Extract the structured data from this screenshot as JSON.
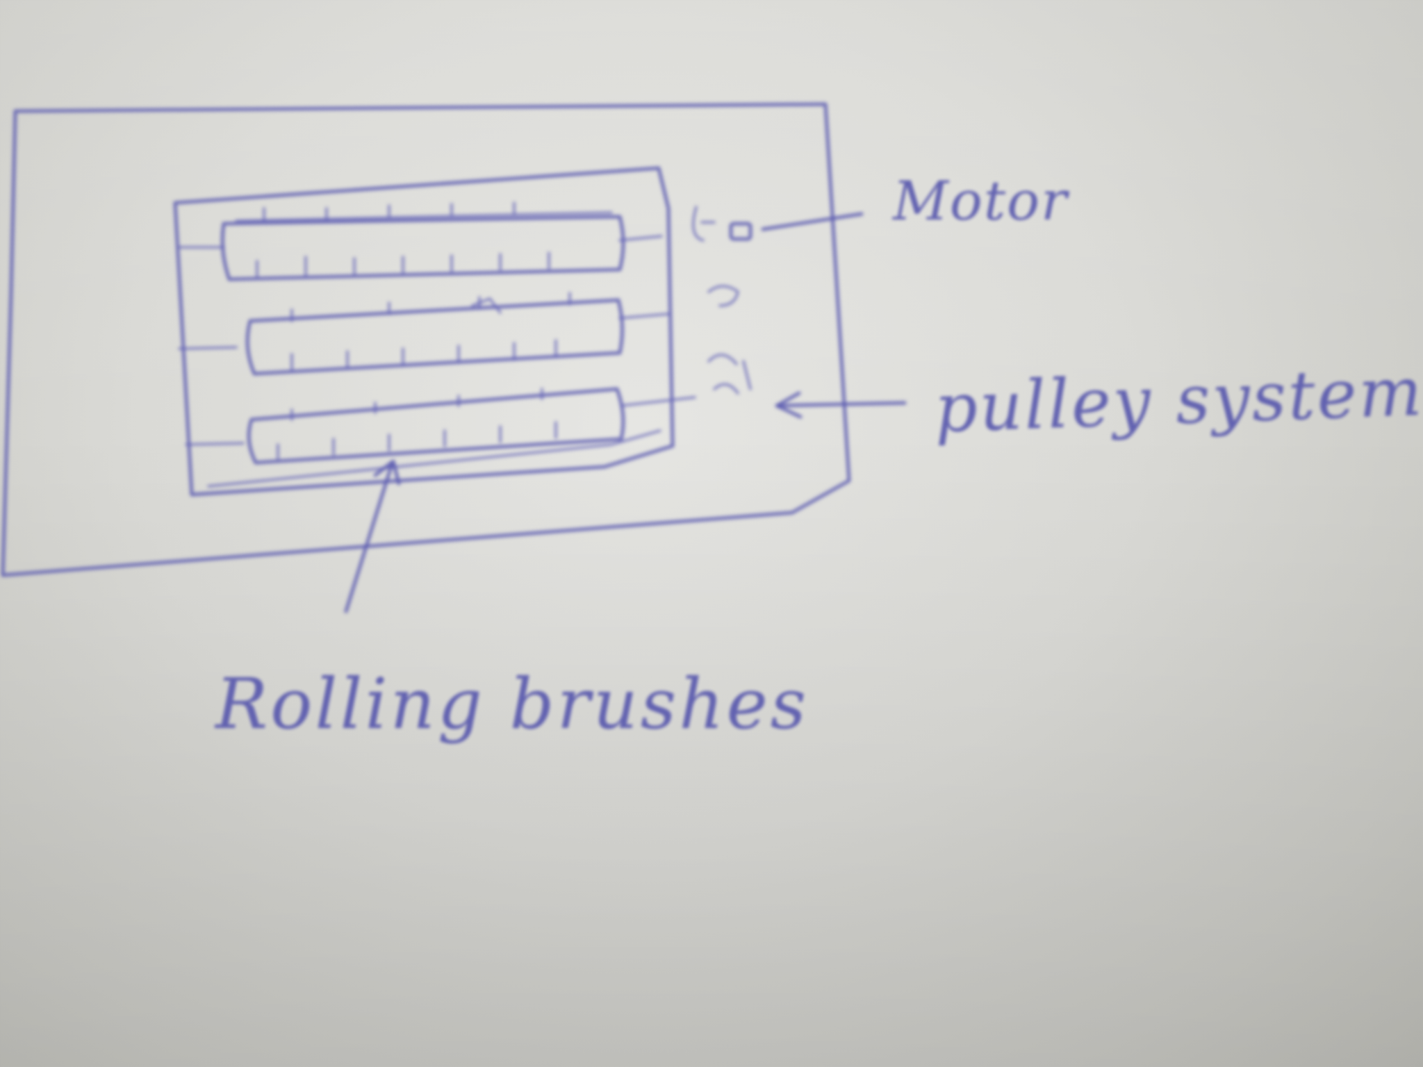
{
  "labels": {
    "motor": "Motor",
    "pulley_system": "pulley system",
    "rolling_brushes": "Rolling brushes"
  },
  "diagram": {
    "brush_count": 3,
    "ink_color": "#5b5bb0",
    "paper_color": "#dadad6"
  }
}
